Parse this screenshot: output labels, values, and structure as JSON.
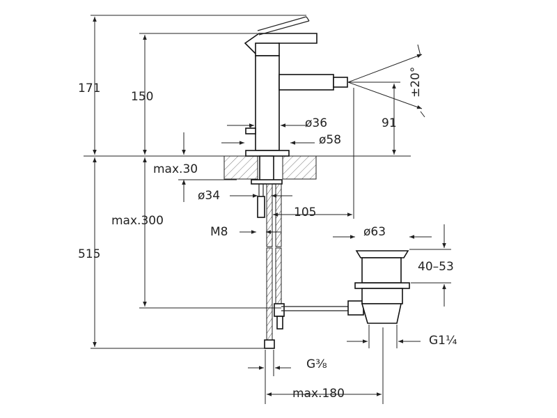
{
  "dimensions": {
    "d171": "171",
    "d150": "150",
    "d91": "91",
    "angle": "±20°",
    "dia36": "ø36",
    "dia58": "ø58",
    "max30": "max.30",
    "dia34": "ø34",
    "d105": "105",
    "max300": "max.300",
    "m8": "M8",
    "d515": "515",
    "dia63": "ø63",
    "d4053": "40–53",
    "g114": "G1¼",
    "g38": "G⅜",
    "max180": "max.180"
  },
  "colors": {
    "line": "#222222",
    "hatch": "#555555",
    "background": "#ffffff"
  }
}
